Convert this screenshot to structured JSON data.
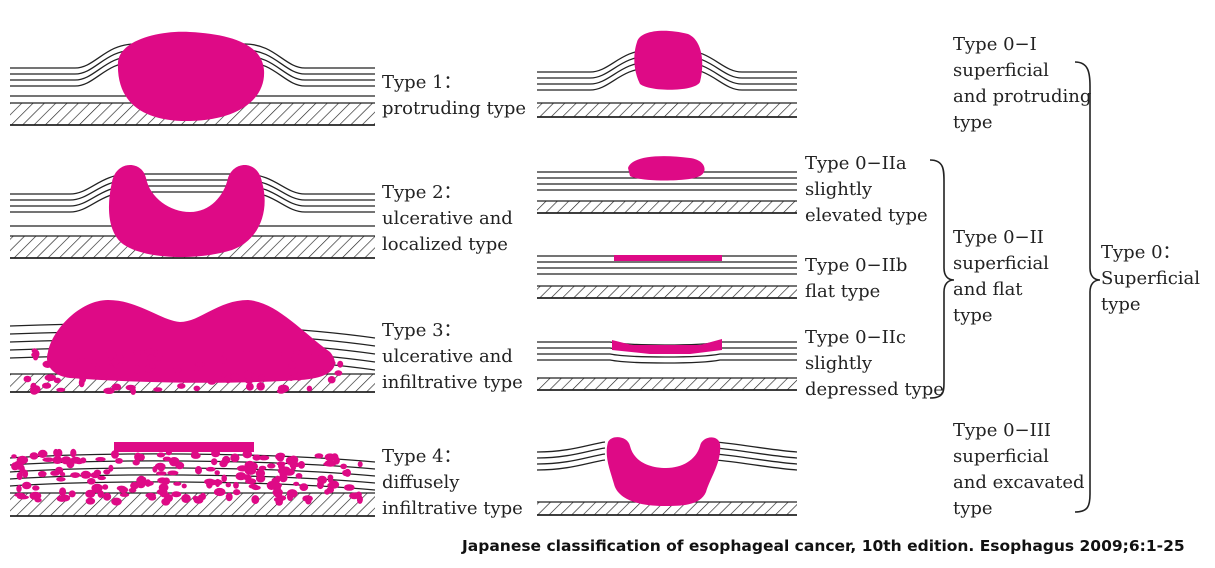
{
  "colors": {
    "tumor": "#DE0A86",
    "line": "#222222",
    "background": "#FFFFFF"
  },
  "advanced": [
    {
      "title": "Type 1：",
      "desc": [
        "protruding type"
      ]
    },
    {
      "title": "Type 2：",
      "desc": [
        "ulcerative and",
        "localized type"
      ]
    },
    {
      "title": "Type 3：",
      "desc": [
        "ulcerative and",
        "infiltrative type"
      ]
    },
    {
      "title": "Type 4：",
      "desc": [
        "diffusely",
        "infiltrative type"
      ]
    }
  ],
  "subtypes": [
    {
      "title": "Type 0−IIa",
      "desc": [
        "slightly",
        "elevated type"
      ]
    },
    {
      "title": "Type 0−IIb",
      "desc": [
        "flat type"
      ]
    },
    {
      "title": "Type 0−IIc",
      "desc": [
        "slightly",
        "depressed type"
      ]
    }
  ],
  "superficial": [
    {
      "title": "Type 0−I",
      "desc": [
        "superficial",
        "and protruding",
        "type"
      ]
    },
    {
      "title": "Type 0−II",
      "desc": [
        "superficial",
        "and flat",
        "type"
      ]
    },
    {
      "title": "Type 0−III",
      "desc": [
        "superficial",
        "and excavated",
        "type"
      ]
    }
  ],
  "group": {
    "title": "Type 0：",
    "desc": [
      "Superficial",
      "type"
    ]
  },
  "citation": "Japanese classification of esophageal cancer, 10th edition. Esophagus 2009;6:1-25"
}
